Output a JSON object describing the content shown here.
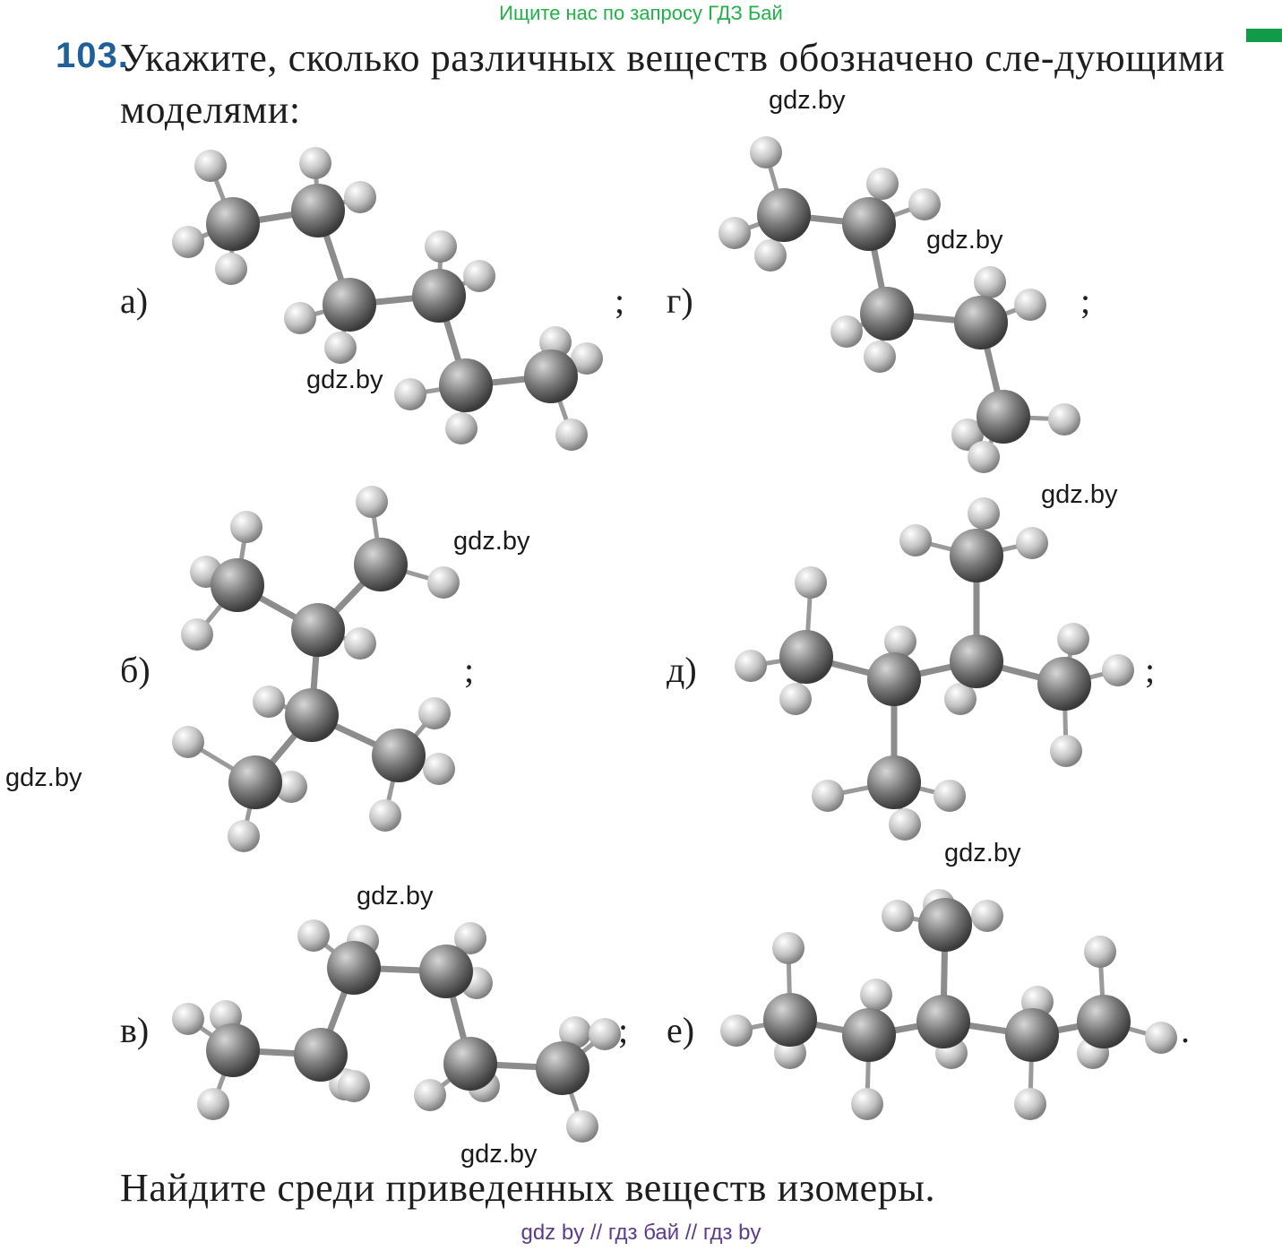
{
  "banner": "Ищите нас по запросу ГДЗ Бай",
  "problem": {
    "number": "103.",
    "text": "Укажите, сколько различных веществ обозначено сле-дующими моделями:",
    "question": "Найдите среди приведенных веществ изомеры."
  },
  "labels": {
    "a": "а)",
    "g": "г)",
    "b": "б)",
    "d": "д)",
    "v": "в)",
    "e": "е)"
  },
  "punct": {
    "semicolon": ";",
    "period": "."
  },
  "watermark": "gdz.by",
  "bottom_watermark": "gdz by  //  гдз бай  //  гдз by"
}
